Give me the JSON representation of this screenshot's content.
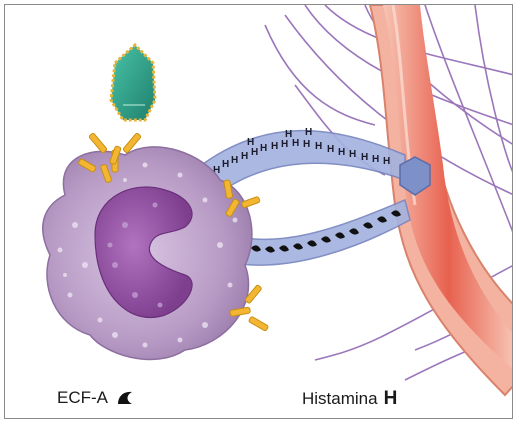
{
  "figure": {
    "legend": {
      "ecfa_label": "ECF-A",
      "histamine_label": "Histamina",
      "histamine_symbol": "H"
    },
    "colors": {
      "cell_outer": "#b79ac4",
      "cell_nucleus": "#8e4f9e",
      "antigen": "#2aa38a",
      "antibody": "#f2b632",
      "channel": "#8fa2d6",
      "vessel_wall": "#f0a48c",
      "vessel_lumen": "#e8614f",
      "nerve_fibers": "#7b4fa0"
    },
    "icons": [
      "antigen-icon",
      "antibody-icon",
      "mast-cell",
      "blood-vessel",
      "nerve-fibers",
      "ecfa-granule-icon"
    ]
  }
}
